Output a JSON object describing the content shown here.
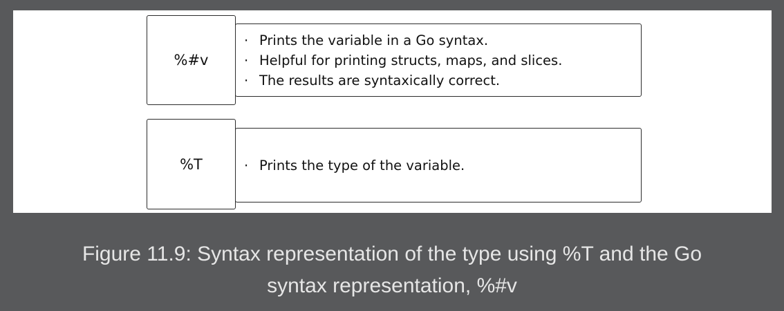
{
  "diagram": {
    "blocks": [
      {
        "verb": "%#v",
        "bullet": "·",
        "lines": [
          "Prints the variable in a Go syntax.",
          "Helpful for printing structs, maps, and slices.",
          "The results are syntaxically correct."
        ]
      },
      {
        "verb": "%T",
        "bullet": "·",
        "lines": [
          "Prints the type of the variable."
        ]
      }
    ]
  },
  "caption": {
    "line1": "Figure 11.9: Syntax representation of the type using %T and the Go",
    "line2": "syntax representation, %#v"
  }
}
